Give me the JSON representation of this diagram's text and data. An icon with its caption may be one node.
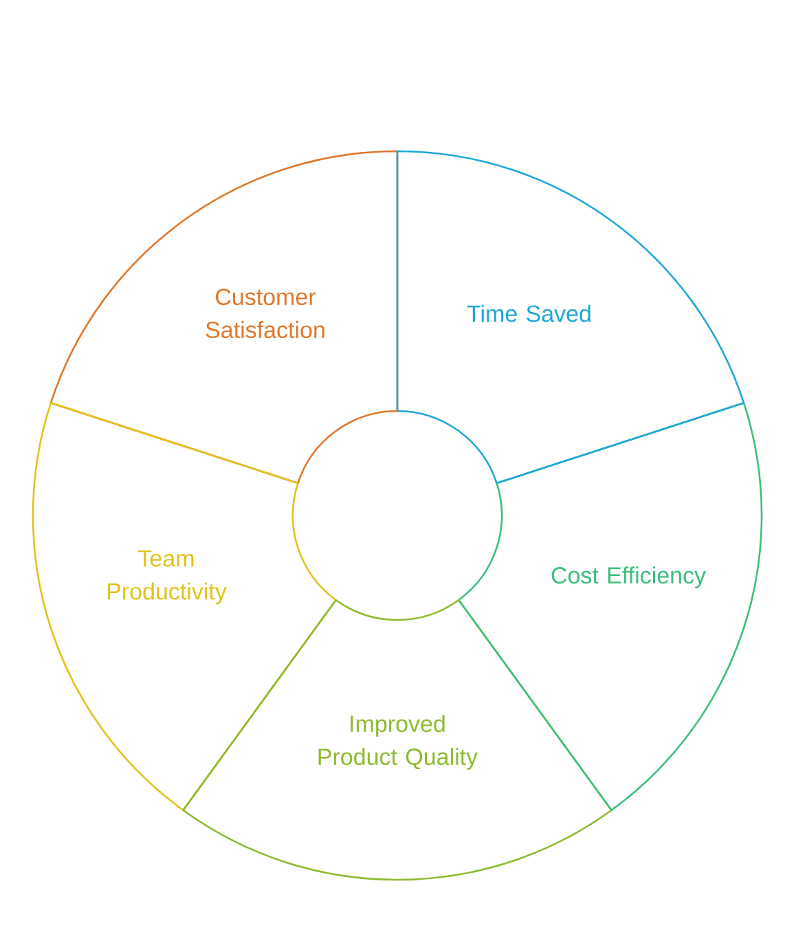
{
  "diagram": {
    "nodes": [
      {
        "text": [
          "Customer Satisfaction"
        ]
      },
      {
        "text": [
          "Time Saved"
        ]
      },
      {
        "text": [
          "Team Productivity"
        ]
      },
      {
        "text": [
          "Cost Efficiency"
        ]
      },
      {
        "text": [
          "Improved Product Quality"
        ]
      },
      {
        "text": [],
        "shape": "circle"
      }
    ]
  }
}
